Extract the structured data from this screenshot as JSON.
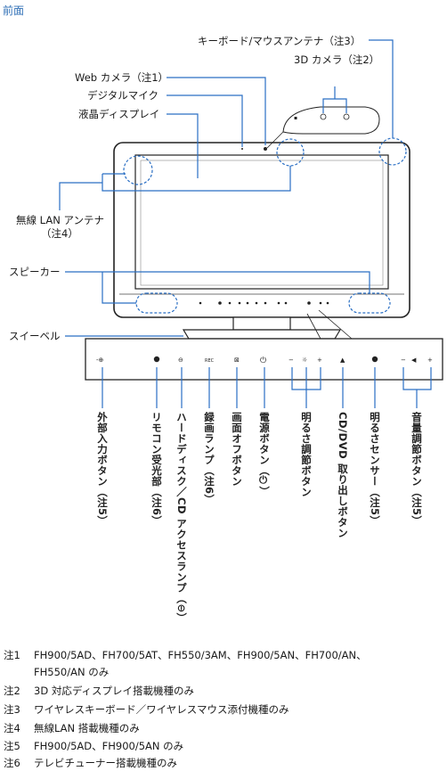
{
  "heading": "前面",
  "labels": {
    "keyboard_antenna": "キーボード/マウスアンテナ（注3）",
    "camera_3d": "3D カメラ（注2）",
    "web_camera": "Web カメラ（注1）",
    "digital_mic": "デジタルマイク",
    "lcd": "液晶ディスプレイ",
    "wireless_lan_line1": "無線 LAN アンテナ",
    "wireless_lan_line2": "（注4）",
    "speaker": "スピーカー",
    "swivel": "スイーベル"
  },
  "panel_buttons": [
    {
      "name": "external-input",
      "label": "外部入力ボタン（注5）"
    },
    {
      "name": "remote-receiver",
      "label": "リモコン受光部（注6）"
    },
    {
      "name": "hdd-cd-access-lamp",
      "label": "ハードディスク／CD アクセスランプ（⊖）"
    },
    {
      "name": "record-lamp",
      "label": "録画ランプ（注6）"
    },
    {
      "name": "screen-off",
      "label": "画面オフボタン"
    },
    {
      "name": "power",
      "label": "電源ボタン（⏻）"
    },
    {
      "name": "brightness",
      "label": "明るさ調節ボタン"
    },
    {
      "name": "cd-dvd-eject",
      "label": "CD/DVD 取り出しボタン"
    },
    {
      "name": "brightness-sensor",
      "label": "明るさセンサー（注5）"
    },
    {
      "name": "volume",
      "label": "音量調節ボタン（注5）"
    }
  ],
  "panel_glyphs": {
    "external_input": "-⊕",
    "hdd": "⊖",
    "rec": "REC",
    "screen_off": "⊠",
    "power": "⏻",
    "minus": "−",
    "plus": "+",
    "brightness": "☼",
    "eject": "▲",
    "volume": "◀"
  },
  "notes": [
    {
      "num": "注1",
      "text": "FH900/5AD、FH700/5AT、FH550/3AM、FH900/5AN、FH700/AN、"
    },
    {
      "num": "",
      "text": "FH550/AN のみ"
    },
    {
      "num": "注2",
      "text": "3D 対応ディスプレイ搭載機種のみ"
    },
    {
      "num": "注3",
      "text": "ワイヤレスキーボード／ワイヤレスマウス添付機種のみ"
    },
    {
      "num": "注4",
      "text": "無線LAN 搭載機種のみ"
    },
    {
      "num": "注5",
      "text": "FH900/5AD、FH900/5AN のみ"
    },
    {
      "num": "注6",
      "text": "テレビチューナー搭載機種のみ"
    }
  ]
}
